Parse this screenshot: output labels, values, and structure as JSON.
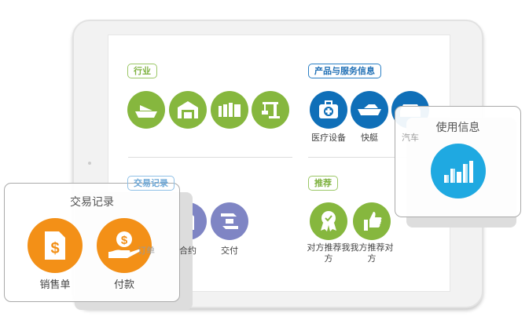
{
  "sections": {
    "industry": {
      "label": "行业",
      "icons": [
        "ship-icon",
        "warehouse-icon",
        "factory-icon",
        "crane-icon"
      ]
    },
    "products": {
      "label": "产品与服务信息",
      "items": [
        {
          "icon": "medical-kit-icon",
          "label": "医疗设备"
        },
        {
          "icon": "yacht-icon",
          "label": "快艇"
        },
        {
          "icon": "car-icon",
          "label": "汽车"
        }
      ]
    },
    "transactions": {
      "label": "交易记录",
      "items": [
        {
          "icon": "order-icon",
          "label": "订单"
        },
        {
          "icon": "contract-icon",
          "label": "合约"
        },
        {
          "icon": "delivery-icon",
          "label": "交付"
        }
      ]
    },
    "recommend": {
      "label": "推荐",
      "items": [
        {
          "icon": "award-icon",
          "label": "对方推荐我方"
        },
        {
          "icon": "thumbs-up-icon",
          "label": "我方推荐对方"
        }
      ]
    }
  },
  "left_card": {
    "title": "交易记录",
    "items": [
      {
        "icon": "invoice-dollar-icon",
        "label": "销售单"
      },
      {
        "icon": "payment-hand-icon",
        "label": "付款"
      }
    ]
  },
  "right_card": {
    "title": "使用信息",
    "icon": "bar-chart-icon"
  },
  "colors": {
    "green": "#86b73e",
    "blue": "#0f6fb8",
    "purple": "#7f85c4",
    "orange": "#f39017",
    "cyan": "#1fa9e1"
  }
}
